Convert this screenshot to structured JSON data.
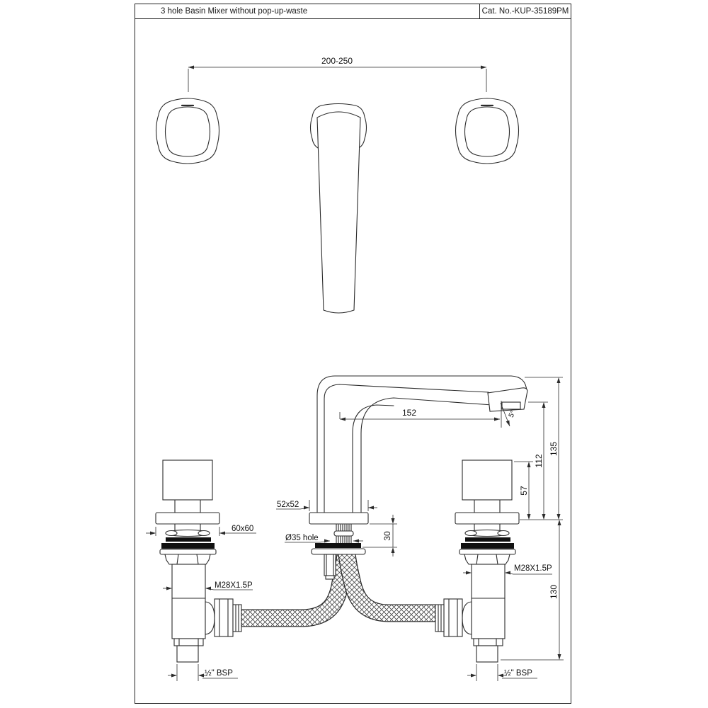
{
  "title_block": {
    "description": "3 hole Basin Mixer without pop-up-waste",
    "catalog_number": "Cat. No.-KUP-35189PM"
  },
  "drawing": {
    "type": "2D technical drawing",
    "views": [
      "top view",
      "front view"
    ],
    "top_view": {
      "handle_spacing": "200-250"
    },
    "front_view": {
      "spout_reach": "152",
      "spout_angle": "5°",
      "total_height": "135",
      "outlet_height": "112",
      "handle_height": "57",
      "spout_base": "52x52",
      "handle_base": "60x60",
      "mounting_hole": "Ø35 hole",
      "deck_thickness": "30",
      "thread_left": "M28X1.5P",
      "thread_right": "M28X1.5P",
      "below_deck_length": "130",
      "inlet_left": "½\" BSP",
      "inlet_right": "½\" BSP"
    }
  },
  "colors": {
    "line": "#2b2b2b",
    "background": "#ffffff",
    "gasket_fill": "#111111"
  }
}
